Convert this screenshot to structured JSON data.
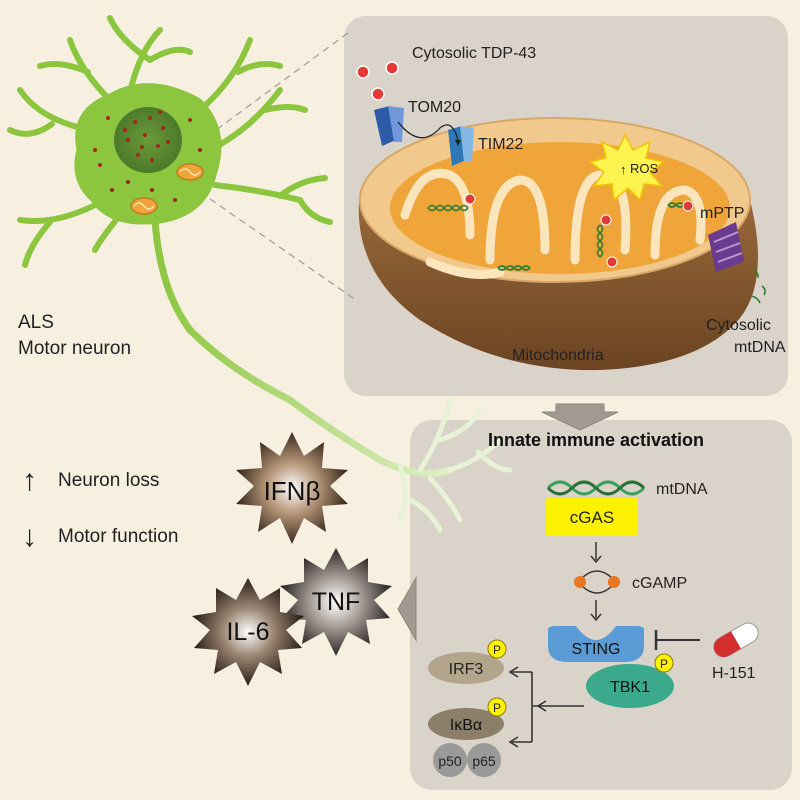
{
  "labels": {
    "cytosolic_tdp43": "Cytosolic TDP-43",
    "tom20": "TOM20",
    "tim22": "TIM22",
    "ros": "ROS",
    "mptp": "mPTP",
    "cytosolic_mtdna_line1": "Cytosolic",
    "cytosolic_mtdna_line2": "mtDNA",
    "mitochondria": "Mitochondria",
    "als_line1": "ALS",
    "als_line2": "Motor neuron",
    "neuron_loss": "Neuron loss",
    "motor_function": "Motor function",
    "innate_immune": "Innate immune activation",
    "mtdna": "mtDNA",
    "cgas": "cGAS",
    "cgamp": "cGAMP",
    "sting": "STING",
    "tbk1": "TBK1",
    "h151": "H-151",
    "irf3": "IRF3",
    "ikba": "IκBα",
    "p50": "p50",
    "p65": "p65",
    "phospho": "P",
    "ifnb": "IFNβ",
    "tnf": "TNF",
    "il6": "IL-6"
  },
  "icons": {
    "up": "↑",
    "down": "↓"
  },
  "colors": {
    "background": "#f7f0e1",
    "neuron": "#8cc63f",
    "panel": "#d9d3c9",
    "mito_outer": "#f2c98c",
    "mito_inner": "#f0a53a",
    "cgas": "#fff200",
    "sting": "#5b9bd5",
    "tbk1": "#3aa98c",
    "irf3": "#b3a58c",
    "ikba": "#8c7f6a",
    "phospho": "#fff200"
  }
}
